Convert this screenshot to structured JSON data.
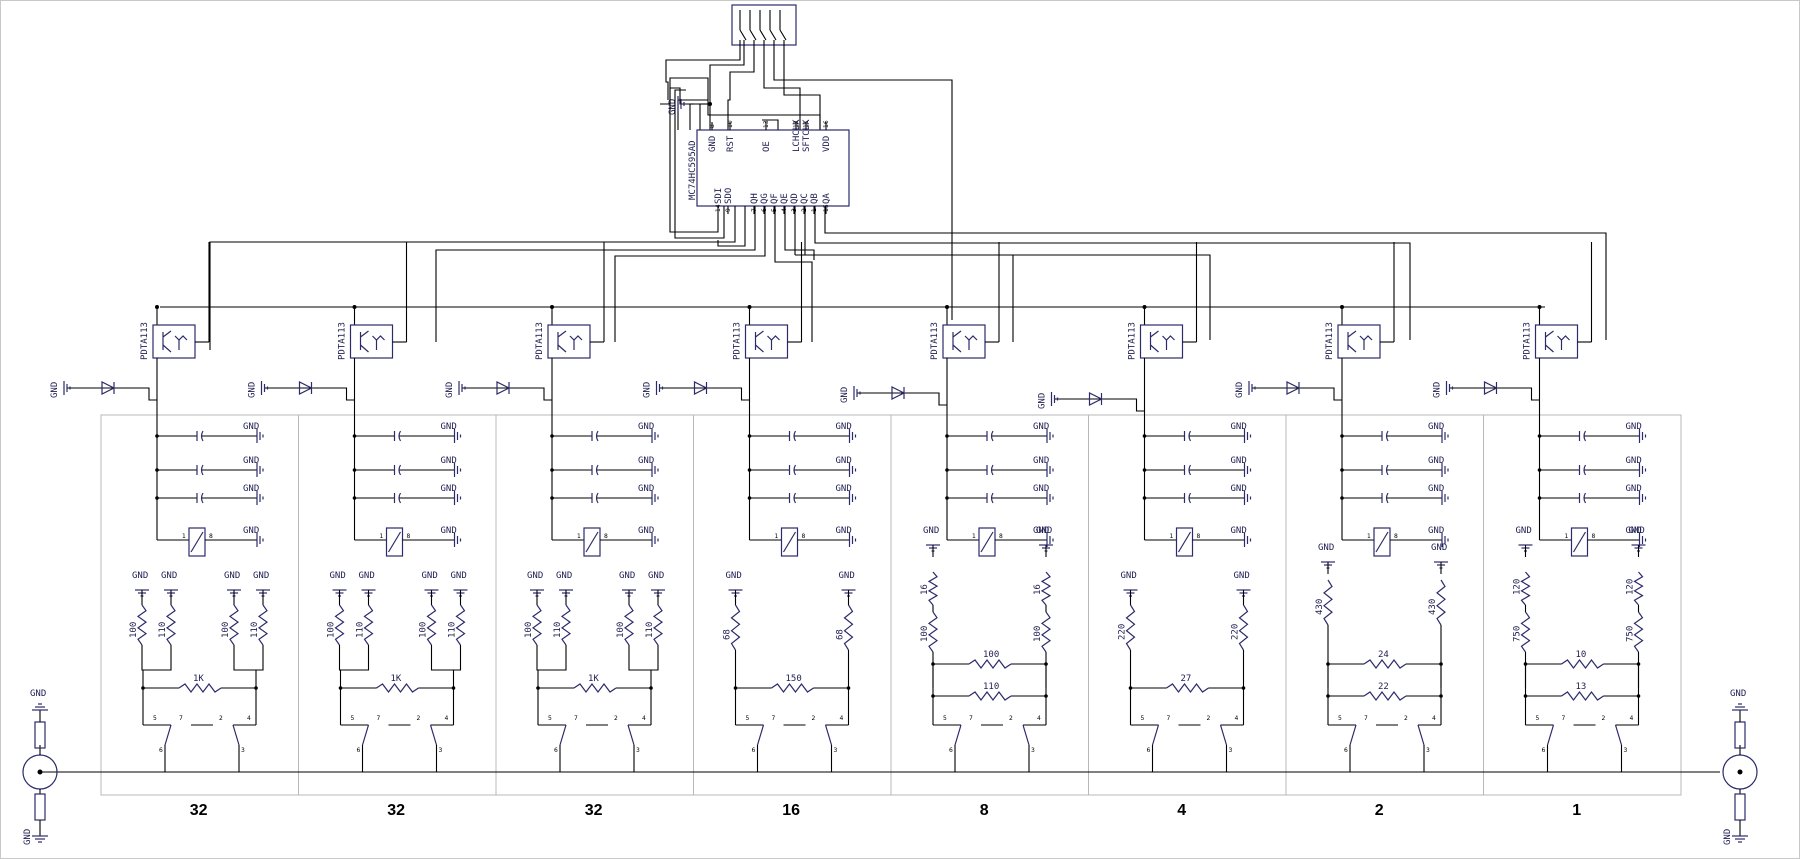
{
  "ic": {
    "part": "MC74HC595AD",
    "top_pins": [
      "GND",
      "RST",
      "OE",
      "LCHCLK",
      "SFTCLK",
      "VDD"
    ],
    "top_pin_numbers": [
      "8",
      "10",
      "13",
      "12",
      "11",
      "16"
    ],
    "bottom_pins": [
      "SDI",
      "SDO",
      "QH",
      "QG",
      "QF",
      "QE",
      "QD",
      "QC",
      "QB",
      "QA"
    ],
    "bottom_pin_numbers": [
      "14",
      "9",
      "7",
      "6",
      "5",
      "4",
      "3",
      "2",
      "1",
      "15"
    ]
  },
  "gnd": "GND",
  "stages": [
    {
      "weight": "32",
      "transistor": "PDTA113",
      "kind": "a",
      "r_left": [
        "100",
        "110"
      ],
      "r_right": [
        "100",
        "110"
      ],
      "r_mid": [
        "1K"
      ]
    },
    {
      "weight": "32",
      "transistor": "PDTA113",
      "kind": "a",
      "r_left": [
        "100",
        "110"
      ],
      "r_right": [
        "100",
        "110"
      ],
      "r_mid": [
        "1K"
      ]
    },
    {
      "weight": "32",
      "transistor": "PDTA113",
      "kind": "a",
      "r_left": [
        "100",
        "110"
      ],
      "r_right": [
        "100",
        "110"
      ],
      "r_mid": [
        "1K"
      ]
    },
    {
      "weight": "16",
      "transistor": "PDTA113",
      "kind": "b",
      "r_left": [
        "68"
      ],
      "r_right": [
        "68"
      ],
      "r_mid": [
        "150"
      ]
    },
    {
      "weight": "8",
      "transistor": "PDTA113",
      "kind": "c",
      "r_left": [
        "16",
        "100"
      ],
      "r_right": [
        "16",
        "100"
      ],
      "r_mid": [
        "100",
        "110"
      ]
    },
    {
      "weight": "4",
      "transistor": "PDTA113",
      "kind": "b",
      "r_left": [
        "220"
      ],
      "r_right": [
        "220"
      ],
      "r_mid": [
        "27"
      ]
    },
    {
      "weight": "2",
      "transistor": "PDTA113",
      "kind": "c",
      "r_left": [
        "430"
      ],
      "r_right": [
        "430"
      ],
      "r_mid": [
        "24",
        "22"
      ]
    },
    {
      "weight": "1",
      "transistor": "PDTA113",
      "kind": "c",
      "r_left": [
        "120",
        "750"
      ],
      "r_right": [
        "120",
        "750"
      ],
      "r_mid": [
        "10",
        "13"
      ]
    }
  ]
}
